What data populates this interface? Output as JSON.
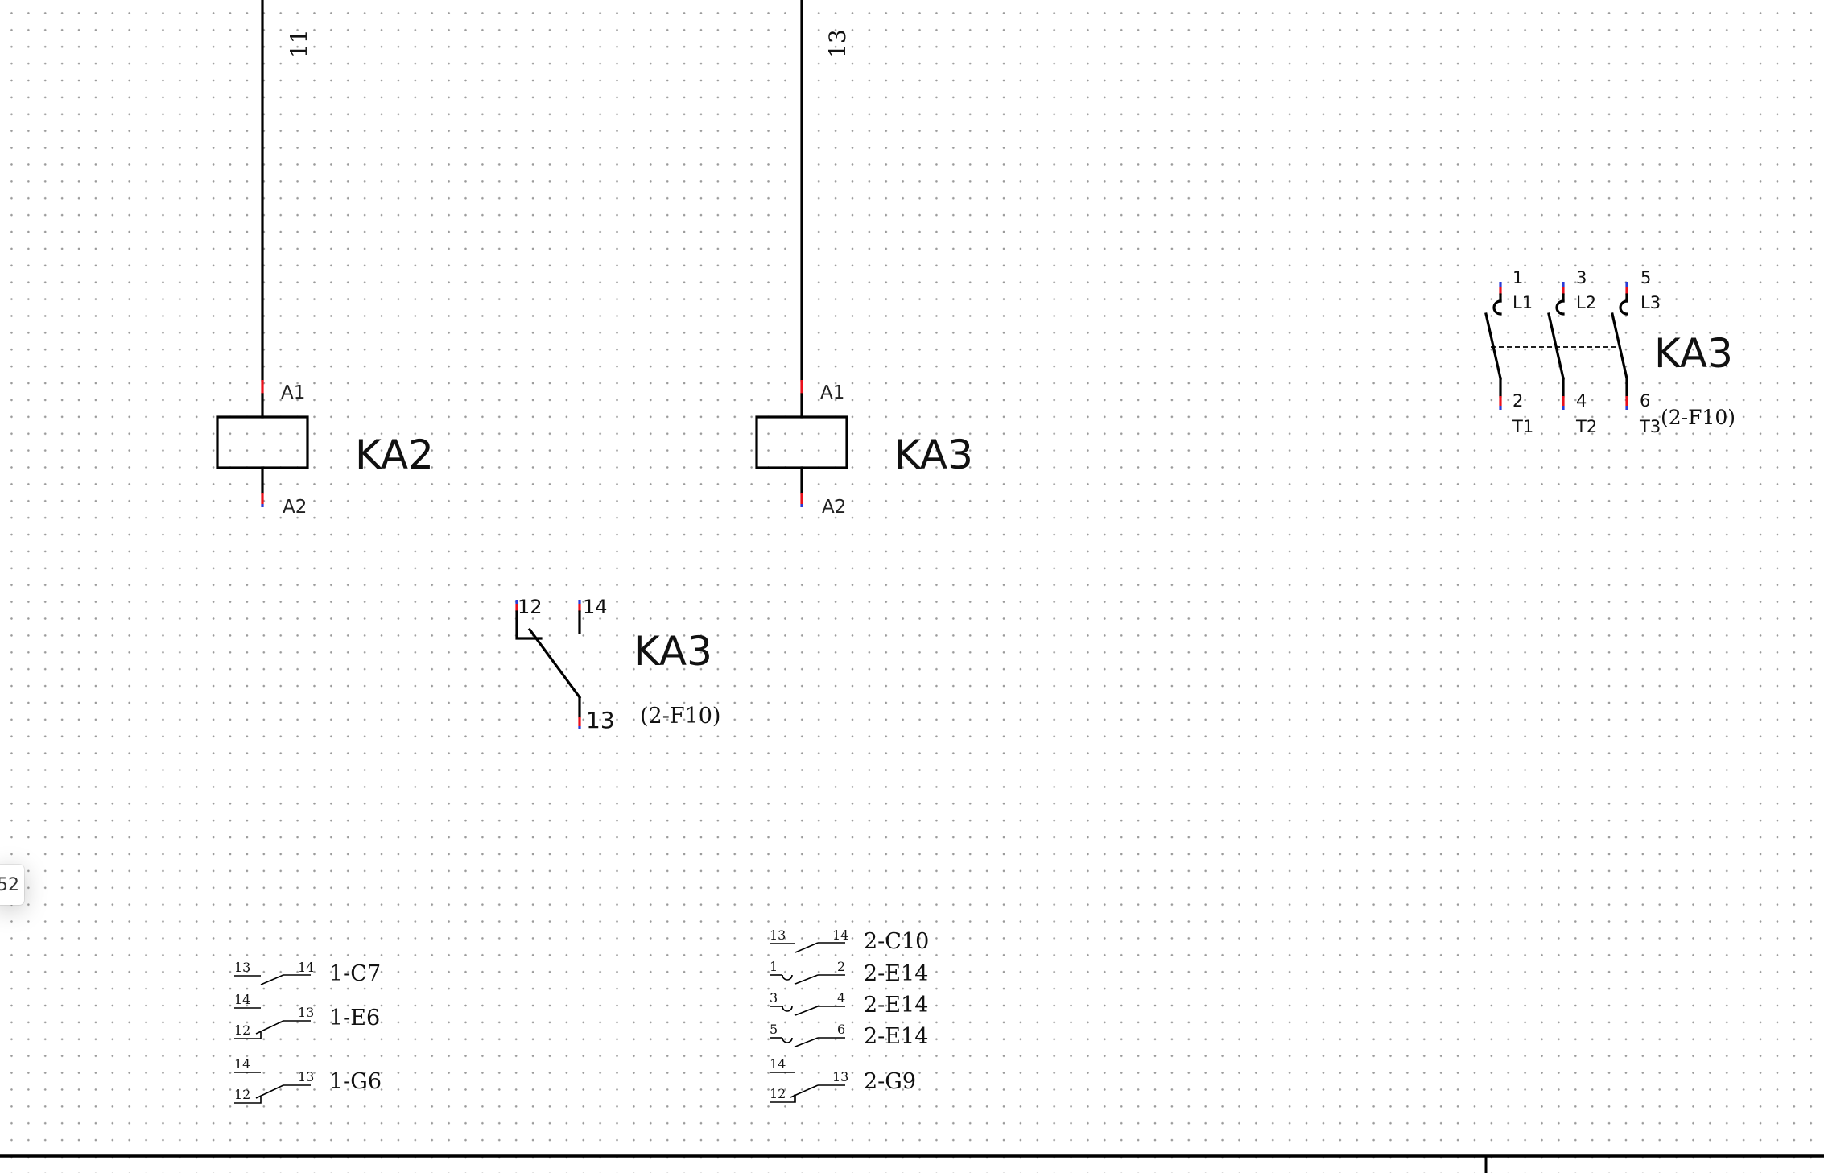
{
  "wires": {
    "left_number": "11",
    "right_number": "13"
  },
  "coils": [
    {
      "ref": "KA2",
      "pin_top": "A1",
      "pin_bottom": "A2"
    },
    {
      "ref": "KA3",
      "pin_top": "A1",
      "pin_bottom": "A2"
    }
  ],
  "changeover_contact": {
    "ref": "KA3",
    "pin_nc": "12",
    "pin_no": "14",
    "pin_common": "13",
    "xref": "(2-F10)"
  },
  "power_contactor": {
    "ref": "KA3",
    "xref": "(2-F10)",
    "poles": [
      {
        "top_num": "1",
        "top_label": "L1",
        "bottom_num": "2",
        "bottom_label": "T1"
      },
      {
        "top_num": "3",
        "top_label": "L2",
        "bottom_num": "4",
        "bottom_label": "T2"
      },
      {
        "top_num": "5",
        "top_label": "L3",
        "bottom_num": "6",
        "bottom_label": "T3"
      }
    ]
  },
  "xref_left": [
    {
      "left": "13",
      "right": "14",
      "xref": "1-C7"
    },
    {
      "top": "14",
      "bottom": "12",
      "right": "13",
      "xref": "1-E6"
    },
    {
      "top": "14",
      "bottom": "12",
      "right": "13",
      "xref": "1-G6"
    }
  ],
  "xref_right": [
    {
      "left": "13",
      "right": "14",
      "xref": "2-C10"
    },
    {
      "left": "1",
      "right": "2",
      "xref": "2-E14"
    },
    {
      "left": "3",
      "right": "4",
      "xref": "2-E14"
    },
    {
      "left": "5",
      "right": "6",
      "xref": "2-E14"
    },
    {
      "top": "14",
      "bottom": "12",
      "right": "13",
      "xref": "2-G9"
    }
  ],
  "side_tag": "52",
  "colors": {
    "pin_red": "#e8101b",
    "pin_blue": "#2a3bd6",
    "line": "#000000"
  }
}
